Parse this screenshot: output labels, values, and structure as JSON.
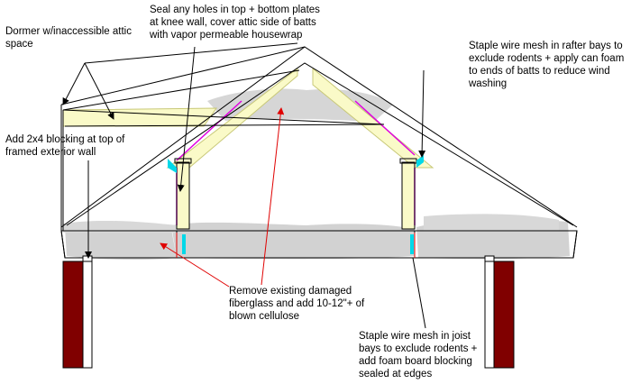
{
  "annotations": {
    "dormer": "Dormer w/inaccessible attic\nspace",
    "seal_holes": "Seal any holes in top + bottom plates\nat knee wall, cover attic side of batts\nwith vapor permeable housewrap",
    "staple_rafter": "Staple wire mesh in rafter bays to\nexclude rodents + apply can foam\nto ends of batts to reduce wind\nwashing",
    "blocking": "Add 2x4 blocking at top of\nframed exterior wall",
    "remove_fiberglass": "Remove existing damaged\nfiberglass and add 10-12\"+ of\nblown cellulose",
    "staple_joist": "Staple wire mesh in joist\nbays to exclude rodents +\nadd foam board blocking\nsealed at edges"
  },
  "colors": {
    "line": "#000000",
    "batt_insulation": "#fafac8",
    "batt_outline": "#c8c878",
    "cellulose": "#d2d2d2",
    "housewrap": "#e000e0",
    "foam_blocking": "#00d8e8",
    "wall_brick": "#800000"
  }
}
